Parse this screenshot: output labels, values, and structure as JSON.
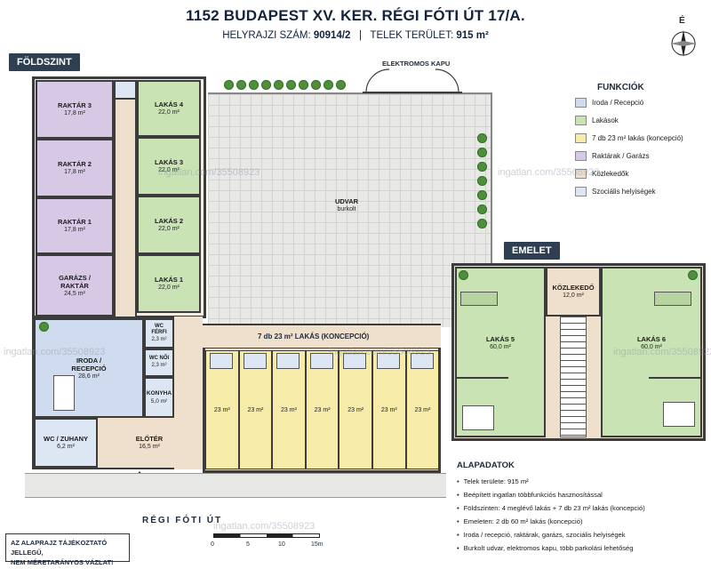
{
  "header": {
    "title": "1152 BUDAPEST XV. KER. RÉGI FÓTI ÚT 17/A.",
    "hrsz_label": "HELYRAJZI SZÁM:",
    "hrsz_value": "90914/2",
    "separator": "|",
    "telek_label": "TELEK TERÜLET:",
    "telek_value": "915 m²"
  },
  "compass": {
    "letter": "É"
  },
  "floor_labels": {
    "ground": "FÖLDSZINT",
    "upper": "EMELET"
  },
  "gate_label": "ELEKTROMOS KAPU",
  "street_label": "RÉGI FÓTI ÚT",
  "courtyard": {
    "name": "UDVAR",
    "note": "burkolt"
  },
  "ground_rooms": {
    "raktar3": {
      "name": "RAKTÁR 3",
      "area": "17,8 m²"
    },
    "raktar2": {
      "name": "RAKTÁR 2",
      "area": "17,8 m²"
    },
    "raktar1": {
      "name": "RAKTÁR 1",
      "area": "17,8 m²"
    },
    "garazs": {
      "name": "GARÁZS / RAKTÁR",
      "area": "24,5 m²"
    },
    "lakas4": {
      "name": "LAKÁS 4",
      "area": "22,0 m²"
    },
    "lakas3": {
      "name": "LAKÁS 3",
      "area": "22,0 m²"
    },
    "lakas2": {
      "name": "LAKÁS 2",
      "area": "22,0 m²"
    },
    "lakas1": {
      "name": "LAKÁS 1",
      "area": "22,0 m²"
    },
    "iroda": {
      "name": "IRODA / RECEPCIÓ",
      "area": "28,6 m²"
    },
    "wcferfi": {
      "name": "WC FÉRFI",
      "area": "2,3 m²"
    },
    "wcnoi": {
      "name": "WC NŐI",
      "area": "2,3 m²"
    },
    "konyha": {
      "name": "KONYHA",
      "area": "5,0 m²"
    },
    "wczuhany": {
      "name": "WC / ZUHANY",
      "area": "6,2 m²"
    },
    "eloter": {
      "name": "ELŐTÉR",
      "area": "16,5 m²"
    }
  },
  "studio_block": {
    "label": "7 db 23 m² LAKÁS (KONCEPCIÓ)",
    "units": [
      "23 m²",
      "23 m²",
      "23 m²",
      "23 m²",
      "23 m²",
      "23 m²",
      "23 m²"
    ]
  },
  "upper_rooms": {
    "kozlekedo": {
      "name": "KÖZLEKEDŐ",
      "area": "12,0 m²"
    },
    "lakas5": {
      "name": "LAKÁS 5",
      "area": "60,0 m²"
    },
    "lakas6": {
      "name": "LAKÁS 6",
      "area": "60,0 m²"
    }
  },
  "legend": {
    "title": "FUNKCIÓK",
    "items": [
      {
        "label": "Iroda / Recepció",
        "color": "#cfdcef"
      },
      {
        "label": "Lakások",
        "color": "#c9e3b5"
      },
      {
        "label": "7 db 23 m² lakás (koncepció)",
        "color": "#f6eba8"
      },
      {
        "label": "Raktárak / Garázs",
        "color": "#d7c8e6"
      },
      {
        "label": "Közlekedők",
        "color": "#efe0cd"
      },
      {
        "label": "Szociális helyiségek",
        "color": "#dde6f3"
      }
    ]
  },
  "facts": {
    "title": "ALAPADATOK",
    "items": [
      "Telek területe: 915 m²",
      "Beépített ingatlan többfunkciós hasznosítással",
      "Földszinten: 4 meglévő lakás + 7 db 23 m² lakás (koncepció)",
      "Emeleten: 2 db 60 m² lakás (koncepció)",
      "Iroda / recepció, raktárak, garázs, szociális helyiségek",
      "Burkolt udvar, elektromos kapu, több parkolási lehetőség"
    ]
  },
  "scale": {
    "ticks": [
      "0",
      "5",
      "10",
      "15m"
    ]
  },
  "disclaimer": {
    "line1": "AZ ALAPRAJZ TÁJÉKOZTATÓ JELLEGŰ,",
    "line2": "NEM MÉRETARÁNYOS VÁZLAT!"
  },
  "watermark": "ingatlan.com/35508923"
}
